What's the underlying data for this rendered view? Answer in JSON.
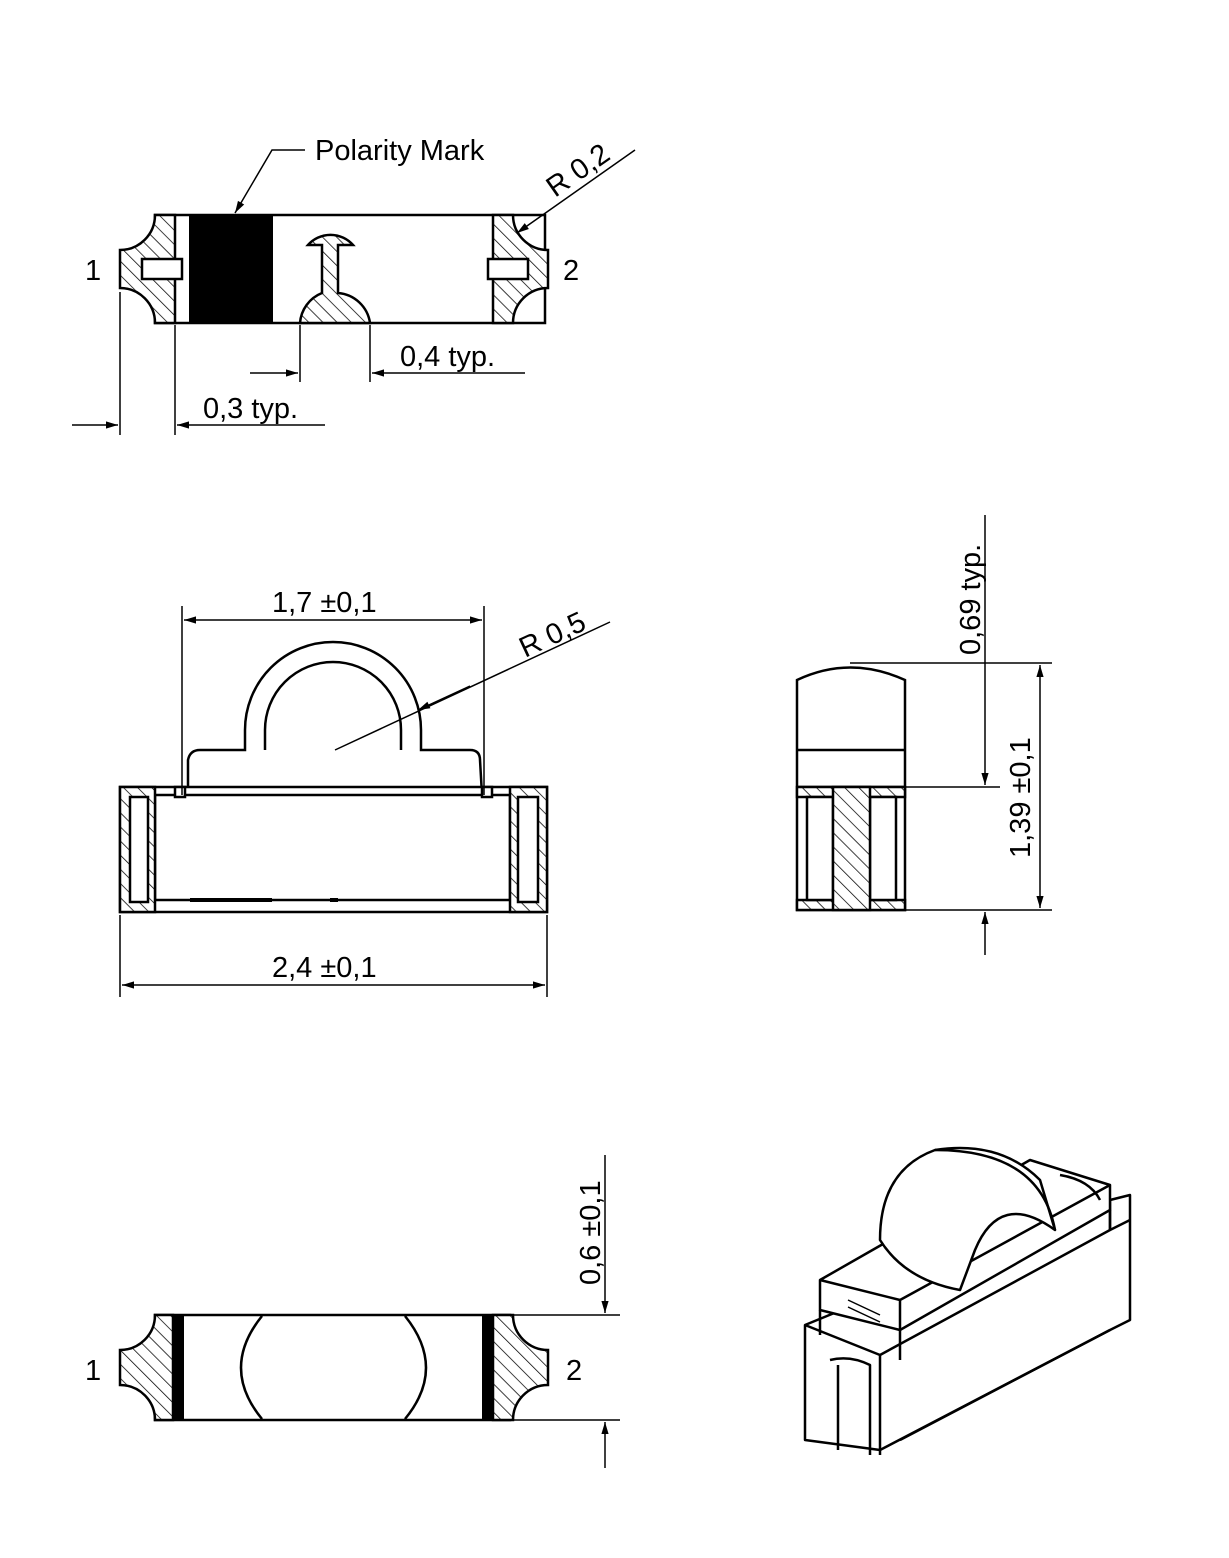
{
  "top_view": {
    "pin1": "1",
    "pin2": "2",
    "polarity_label": "Polarity Mark",
    "radius_label": "R 0,2",
    "dim_lead_width": "0,4  typ.",
    "dim_pad_width": "0,3  typ."
  },
  "front_view": {
    "dim_dome_width": "1,7  ±0,1",
    "dim_body_length": "2,4  ±0,1",
    "radius_label": "R 0,5"
  },
  "side_view": {
    "dim_optical_height": "0,69  typ.",
    "dim_total_height": "1,39  ±0,1"
  },
  "bottom_view": {
    "pin1": "1",
    "pin2": "2",
    "dim_body_height": "0,6  ±0,1"
  },
  "colors": {
    "line": "#000000",
    "background": "#ffffff"
  }
}
